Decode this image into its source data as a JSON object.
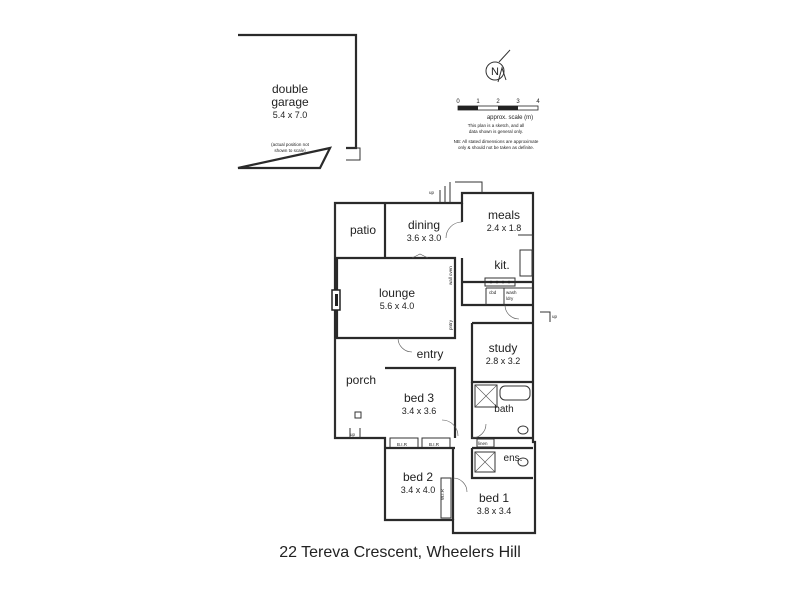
{
  "address": "22 Tereva Crescent, Wheelers Hill",
  "compass": {
    "letter": "N"
  },
  "scale": {
    "ticks": [
      "0",
      "1",
      "2",
      "3",
      "4"
    ],
    "label": "approx. scale (m)",
    "note_line1": "This plan is a sketch, and all",
    "note_line2": "data shown is general only.",
    "note_line3": "NB: All stated dimensions are approximate",
    "note_line4": "only & should not be taken as definite."
  },
  "garage": {
    "name_line1": "double",
    "name_line2": "garage",
    "dim": "5.4 x 7.0",
    "note_line1": "(actual position not",
    "note_line2": "shown to scale)"
  },
  "rooms": {
    "patio": {
      "name": "patio"
    },
    "dining": {
      "name": "dining",
      "dim": "3.6 x 3.0"
    },
    "meals": {
      "name": "meals",
      "dim": "2.4 x 1.8"
    },
    "kitchen": {
      "name": "kit."
    },
    "lounge": {
      "name": "lounge",
      "dim": "5.6 x 4.0"
    },
    "entry": {
      "name": "entry"
    },
    "study": {
      "name": "study",
      "dim": "2.8 x 3.2"
    },
    "porch": {
      "name": "porch"
    },
    "bed3": {
      "name": "bed 3",
      "dim": "3.4 x 3.6"
    },
    "bath": {
      "name": "bath"
    },
    "bed2": {
      "name": "bed 2",
      "dim": "3.4 x 4.0"
    },
    "ens": {
      "name": "ens."
    },
    "bed1": {
      "name": "bed 1",
      "dim": "3.8 x 3.4"
    }
  },
  "fixtures": {
    "up": "up",
    "bir": "B.I.R",
    "linen": "linen",
    "wir": "W.I.R",
    "wash": "wash",
    "cbd": "cbd",
    "wall_oven": "wall oven",
    "ldry": "ldry",
    "pantry": "pntry"
  }
}
